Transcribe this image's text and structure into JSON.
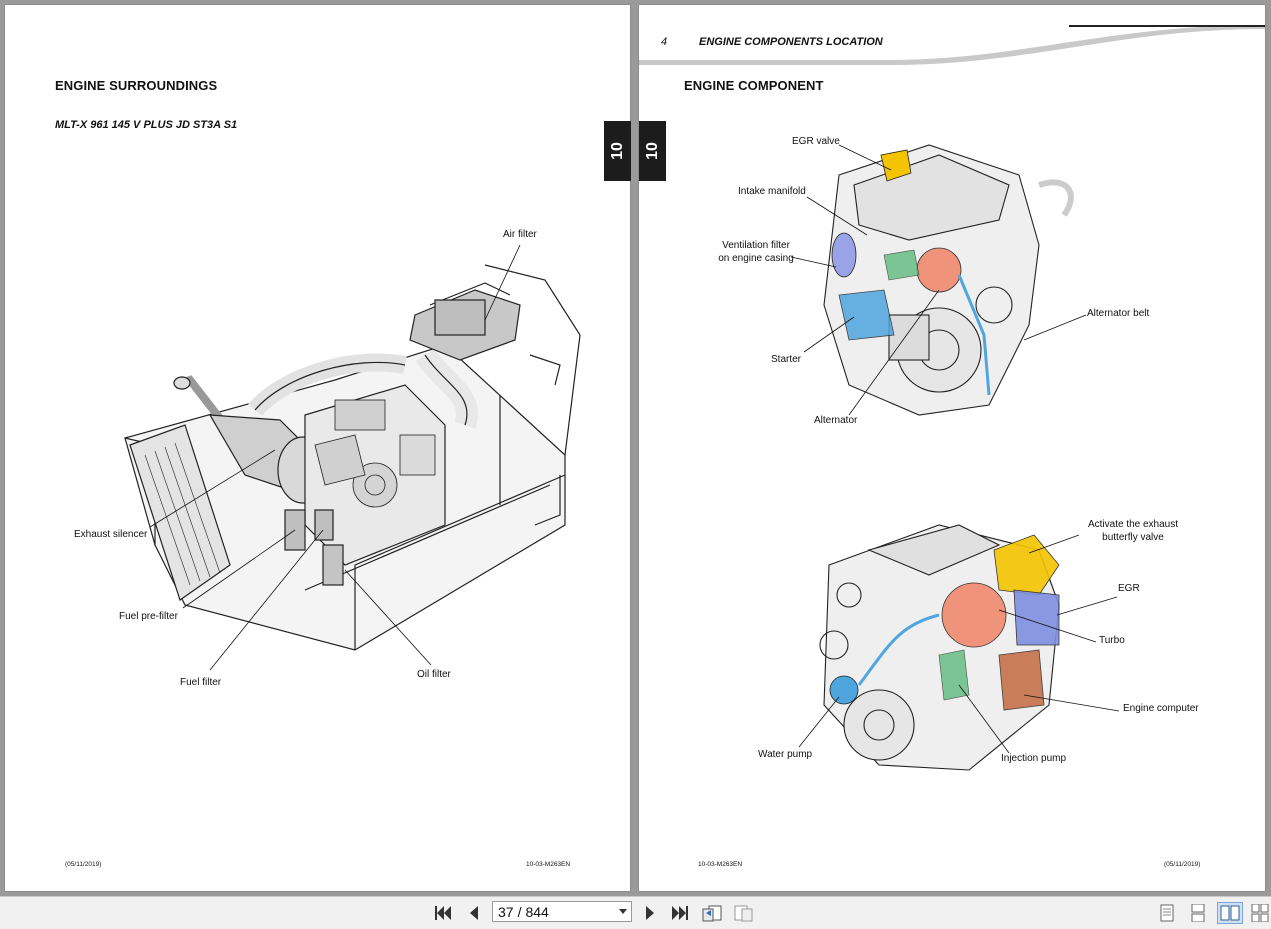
{
  "left_page": {
    "title": "ENGINE SURROUNDINGS",
    "subtitle": "MLT-X 961 145 V PLUS JD ST3A S1",
    "tab": "10",
    "callouts": {
      "air_filter": "Air filter",
      "exhaust_silencer": "Exhaust silencer",
      "fuel_prefilter": "Fuel pre-filter",
      "fuel_filter": "Fuel filter",
      "oil_filter": "Oil filter"
    },
    "footer_date": "(05/11/2019)",
    "footer_code": "10-03-M263EN"
  },
  "right_page": {
    "header_number": "4",
    "header_title": "ENGINE COMPONENTS LOCATION",
    "title": "ENGINE COMPONENT",
    "tab": "10",
    "callouts_top": {
      "egr_valve": "EGR valve",
      "intake_manifold": "Intake manifold",
      "ventilation_filter_line1": "Ventilation filter",
      "ventilation_filter_line2": "on engine casing",
      "alternator_belt": "Alternator belt",
      "starter": "Starter",
      "alternator": "Alternator"
    },
    "callouts_bottom": {
      "exhaust_butterfly_line1": "Activate the exhaust",
      "exhaust_butterfly_line2": "butterfly valve",
      "egr": "EGR",
      "turbo": "Turbo",
      "engine_computer": "Engine computer",
      "water_pump": "Water pump",
      "injection_pump": "Injection pump"
    },
    "footer_code": "10-03-M263EN",
    "footer_date": "(05/11/2019)"
  },
  "toolbar": {
    "current_page": "37",
    "separator": "/",
    "total_pages": "844"
  },
  "colors": {
    "background": "#9a9a9a",
    "tab": "#1c1c1c",
    "egr_yellow": "#f5c400",
    "turbo_salmon": "#f08b6e",
    "egr_blue": "#7f8fe0",
    "starter_blue": "#4fa6df",
    "filter_green": "#5dbb7d",
    "computer_brown": "#c46a3f"
  }
}
